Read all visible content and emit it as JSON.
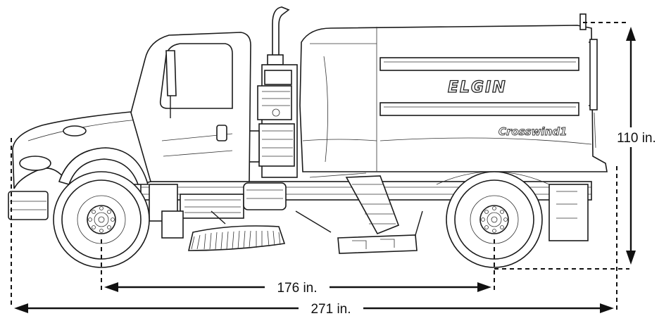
{
  "brand": "ELGIN",
  "model": "Crosswind1",
  "dimensions": {
    "height": "110 in.",
    "wheelbase": "176 in.",
    "overall_length": "271 in."
  }
}
